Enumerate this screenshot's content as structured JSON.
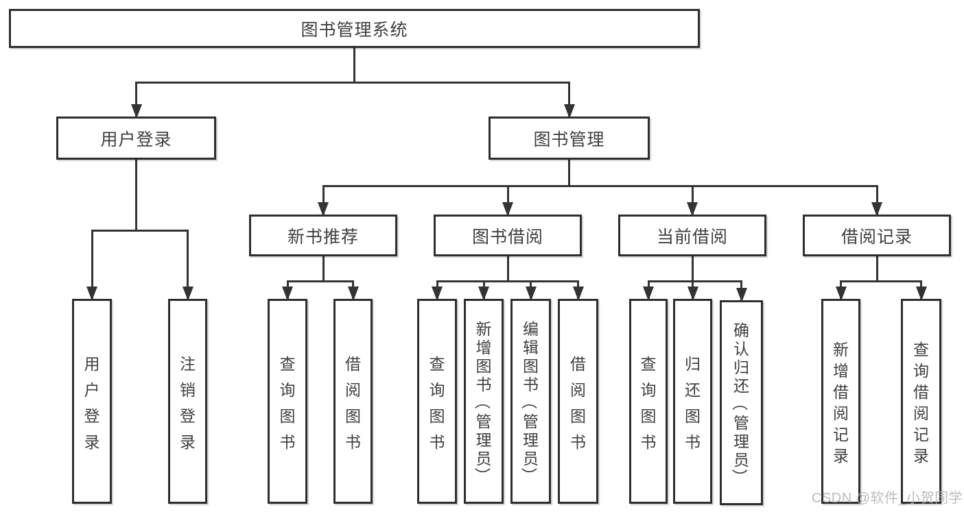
{
  "diagram": {
    "title": "图书管理系统",
    "type": "hierarchy-tree",
    "colors": {
      "background": "#ffffff",
      "box_border": "#2e2e2e",
      "connector_line": "#333333",
      "text": "#3f3f3f",
      "watermark": "#b0b0b0"
    }
  },
  "watermark": {
    "text": "CSDN @软件_小贺同学"
  },
  "nodes": {
    "root": {
      "label": "图书管理系统"
    },
    "user-login": {
      "label": "用户登录"
    },
    "book-mgmt": {
      "label": "图书管理"
    },
    "new-book-recommend": {
      "label": "新书推荐"
    },
    "book-borrow": {
      "label": "图书借阅"
    },
    "current-borrow": {
      "label": "当前借阅"
    },
    "borrow-record": {
      "label": "借阅记录"
    },
    "leaf-user-login": {
      "label": "用户登录"
    },
    "leaf-logout": {
      "label": "注销登录"
    },
    "nb-query": {
      "label": "查询图书"
    },
    "nb-borrow": {
      "label": "借阅图书"
    },
    "bb-query": {
      "label": "查询图书"
    },
    "bb-add": {
      "label": "新增图书（管理员）"
    },
    "bb-edit": {
      "label": "编辑图书（管理员）"
    },
    "bb-borrow": {
      "label": "借阅图书"
    },
    "cb-query": {
      "label": "查询图书"
    },
    "cb-return": {
      "label": "归还图书"
    },
    "cb-confirm": {
      "label": "确认归还（管理员）"
    },
    "br-add": {
      "label": "新增借阅记录"
    },
    "br-query": {
      "label": "查询借阅记录"
    }
  },
  "tree": {
    "root": [
      "user-login",
      "book-mgmt"
    ],
    "user-login": [
      "leaf-user-login",
      "leaf-logout"
    ],
    "book-mgmt": [
      "new-book-recommend",
      "book-borrow",
      "current-borrow",
      "borrow-record"
    ],
    "new-book-recommend": [
      "nb-query",
      "nb-borrow"
    ],
    "book-borrow": [
      "bb-query",
      "bb-add",
      "bb-edit",
      "bb-borrow"
    ],
    "current-borrow": [
      "cb-query",
      "cb-return",
      "cb-confirm"
    ],
    "borrow-record": [
      "br-add",
      "br-query"
    ]
  }
}
